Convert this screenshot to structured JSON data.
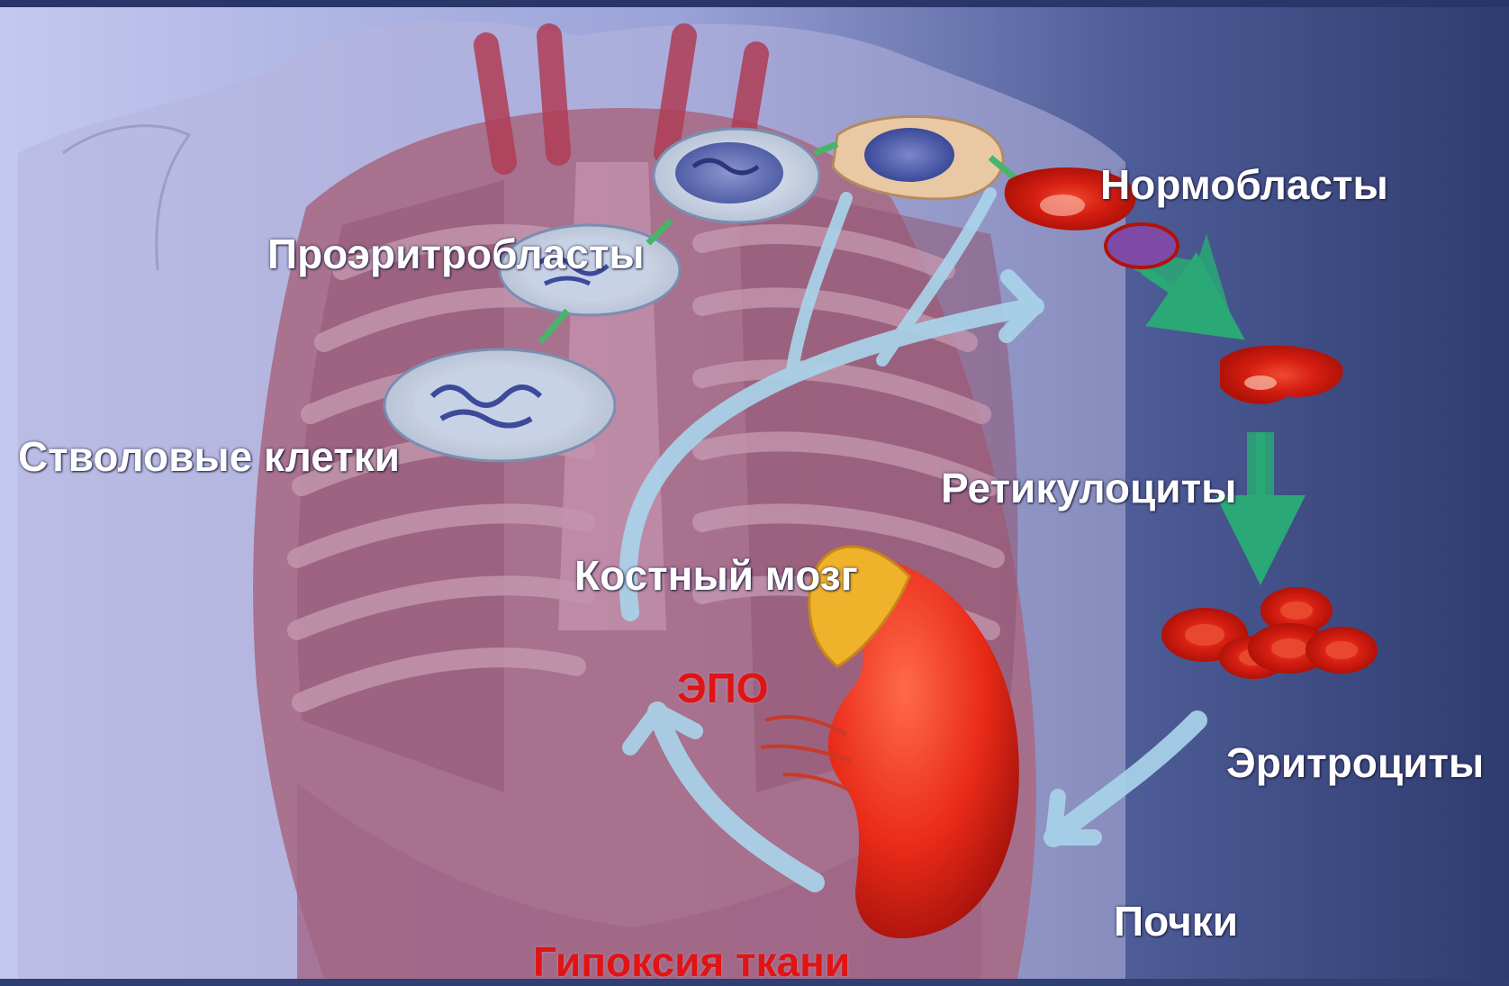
{
  "labels": {
    "normoblasts": "Нормобласты",
    "proerythroblasts": "Проэритробласты",
    "stem_cells": "Стволовые клетки",
    "reticulocytes": "Ретикулоциты",
    "bone_marrow": "Костный мозг",
    "epo": "ЭПО",
    "erythrocytes": "Эритроциты",
    "kidneys": "Почки",
    "tissue_hypoxia": "Гипоксия ткани"
  },
  "colors": {
    "label_white": "#ffffff",
    "label_red": "#e01414",
    "green_arrow": "#2aa876",
    "blue_arrow": "#a9d3ea",
    "background_right": "#34427a",
    "background_left": "#b9bfe8"
  }
}
